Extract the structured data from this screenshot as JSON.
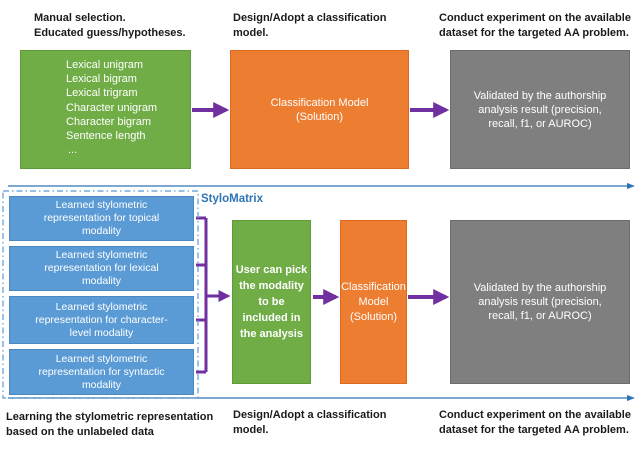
{
  "top": {
    "note_left": "Manual selection.\nEducated guess/hypotheses.",
    "note_mid": "Design/Adopt a classification\nmodel.",
    "note_right": "Conduct experiment on the available\ndataset for the targeted AA problem.",
    "features": [
      "Lexical unigram",
      "Lexical bigram",
      "Lexical trigram",
      "Character unigram",
      "Character bigram",
      "Sentence length",
      "..."
    ],
    "model": "Classification Model\n(Solution)",
    "result": "Validated by the authorship\nanalysis result (precision,\nrecall, f1, or AUROC)"
  },
  "bottom": {
    "stylomatrix_title": "StyloMatrix",
    "modalities": [
      "Learned stylometric\nrepresentation for topical\nmodality",
      "Learned stylometric\nrepresentation for lexical\nmodality",
      "Learned stylometric\nrepresentation for  character-\nlevel modality",
      "Learned stylometric\nrepresentation for syntactic\nmodality"
    ],
    "pick": "User can pick\nthe modality\nto be\nincluded in\nthe analysis",
    "model": "Classification\nModel\n(Solution)",
    "result": "Validated by the authorship\nanalysis result (precision,\nrecall, f1, or AUROC)",
    "note_left": "Learning the stylometric representation\nbased on the unlabeled data",
    "note_mid": "Design/Adopt a classification\nmodel.",
    "note_right": "Conduct experiment on the available\ndataset for the targeted AA problem."
  },
  "colors": {
    "green": "#70ad47",
    "orange": "#ed7d31",
    "gray": "#7f7f7f",
    "blue": "#5b9bd5",
    "arrow": "#7030a0",
    "timeline": "#2e75b6"
  }
}
